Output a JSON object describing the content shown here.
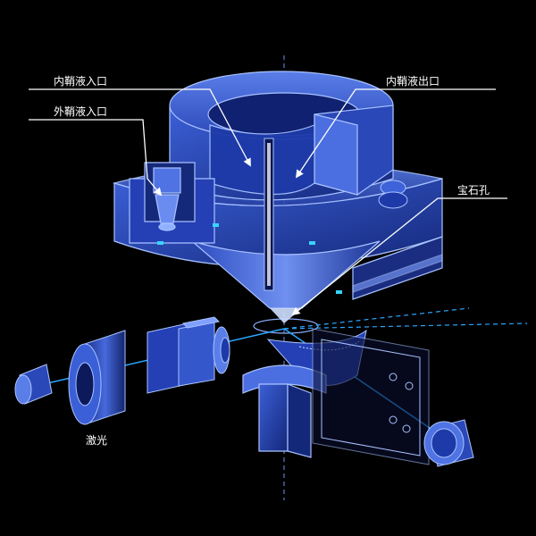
{
  "labels": {
    "inner_inlet": "内鞘液入口",
    "outer_inlet": "外鞘液入口",
    "inner_outlet": "内鞘液出口",
    "jewel_hole": "宝石孔",
    "laser": "激光"
  },
  "colors": {
    "background": "#000000",
    "body_fill": "#1d3aa8",
    "body_light": "#3e63d8",
    "body_dark": "#0e1d63",
    "edge": "#a9c2ff",
    "beam": "#2aa7ff",
    "arrow": "#ffffff"
  }
}
